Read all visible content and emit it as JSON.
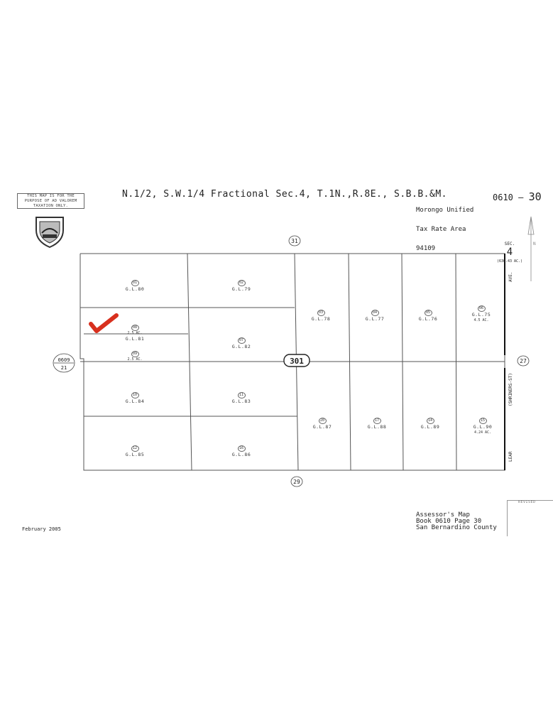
{
  "header": {
    "disclaimer": "THIS MAP IS FOR THE PURPOSE OF AD VALOREM TAXATION ONLY.",
    "title": "N.1/2, S.W.1/4 Fractional Sec.4, T.1N.,R.8E., S.B.B.&M.",
    "tax_rate_area": [
      "Morongo Unified",
      "Tax Rate Area",
      "94109"
    ],
    "map_number_prefix": "0610 –",
    "map_number_page": "30"
  },
  "footer": {
    "date": "February 2005",
    "assessor_lines": [
      "Assessor's Map",
      "Book 0610 Page 30",
      "San Bernardino County"
    ],
    "revised": "REVISED"
  },
  "map": {
    "north_page": "31",
    "south_page": "29",
    "east_page": "27",
    "west_page_top": "0609",
    "west_page_bottom": "21",
    "center_road": "301",
    "section_label": "SEC.",
    "section_number": "4",
    "section_area": "(630.43 AC.)",
    "streets": {
      "east_upper": "AVE.",
      "east_mid": "(SHRINERS-ST)",
      "east_lower": "LEAR"
    },
    "north_arrow_label": "N",
    "parcels": [
      {
        "num": "01",
        "gl": "G.L.80",
        "acres": ""
      },
      {
        "num": "02",
        "gl": "G.L.79",
        "acres": ""
      },
      {
        "num": "08",
        "gl": "G.L.81",
        "acres": "2.5 AC."
      },
      {
        "num": "09",
        "gl": "",
        "acres": "2.5 AC."
      },
      {
        "num": "07",
        "gl": "G.L.82",
        "acres": ""
      },
      {
        "num": "03",
        "gl": "G.L.78",
        "acres": ""
      },
      {
        "num": "04",
        "gl": "G.L.77",
        "acres": ""
      },
      {
        "num": "05",
        "gl": "G.L.76",
        "acres": ""
      },
      {
        "num": "06",
        "gl": "G.L.75",
        "acres": "4.5 AC."
      },
      {
        "num": "10",
        "gl": "G.L.84",
        "acres": ""
      },
      {
        "num": "11",
        "gl": "G.L.83",
        "acres": ""
      },
      {
        "num": "12",
        "gl": "G.L.85",
        "acres": ""
      },
      {
        "num": "16",
        "gl": "G.L.86",
        "acres": ""
      },
      {
        "num": "20",
        "gl": "G.L.87",
        "acres": ""
      },
      {
        "num": "17",
        "gl": "G.L.88",
        "acres": ""
      },
      {
        "num": "14",
        "gl": "G.L.89",
        "acres": ""
      },
      {
        "num": "15",
        "gl": "G.L.90",
        "acres": "4.24 AC."
      }
    ]
  },
  "colors": {
    "line": "#555555",
    "ink": "#222222",
    "checkmark": "#d8301e"
  }
}
